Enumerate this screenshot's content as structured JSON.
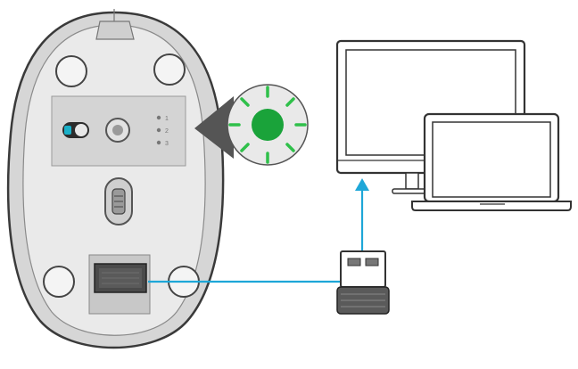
{
  "illustration": {
    "mouse": {
      "channel_labels": [
        "1",
        "2",
        "3"
      ],
      "status_led_color": "#1aa33a",
      "status_led_state": "on"
    },
    "connection_line_color": "#1ea7d8",
    "devices": [
      "desktop-monitor",
      "laptop"
    ],
    "receiver": "usb-receiver"
  }
}
